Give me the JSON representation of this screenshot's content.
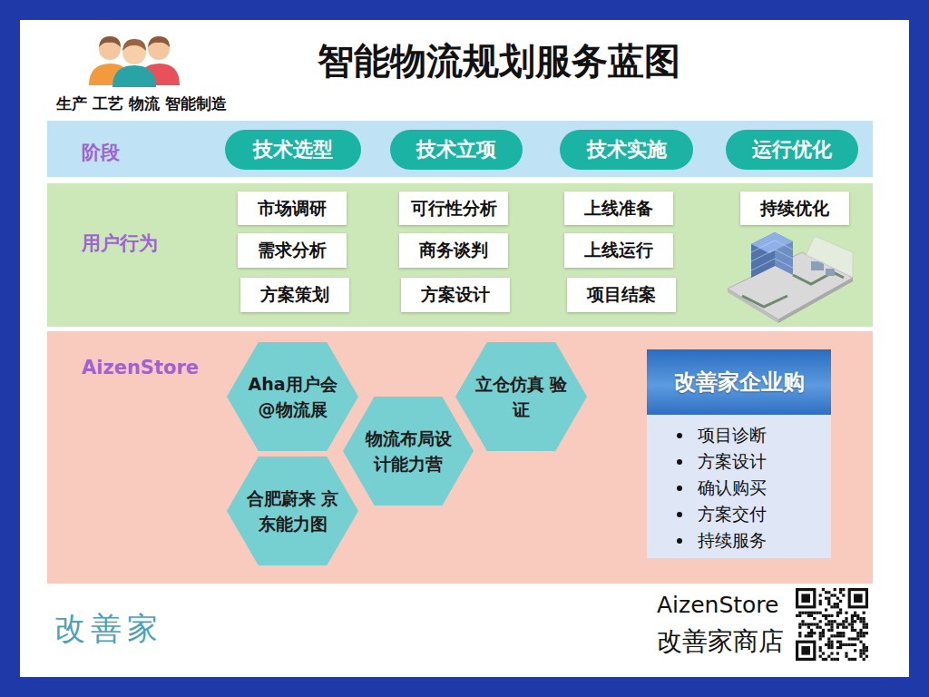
{
  "diagram": {
    "title": "智能物流规划服务蓝图",
    "nodes": [
      {
        "text": [
          "阶段"
        ]
      },
      {
        "text": [
          "技术选型"
        ],
        "in": 0
      },
      {
        "text": [
          "技术立项"
        ],
        "in": 0
      },
      {
        "text": [
          "技术实施"
        ],
        "in": 0
      },
      {
        "text": [
          "运行优化"
        ],
        "in": 0
      },
      {
        "text": [
          "用户行为"
        ]
      },
      {
        "text": [
          "市场调研"
        ],
        "in": 5
      },
      {
        "text": [
          "需求分析"
        ],
        "in": 5
      },
      {
        "text": [
          "方案策划"
        ],
        "in": 5
      },
      {
        "text": [
          "可行性分析"
        ],
        "in": 5
      },
      {
        "text": [
          "商务谈判"
        ],
        "in": 5
      },
      {
        "text": [
          "方案设计"
        ],
        "in": 5
      },
      {
        "text": [
          "上线准备"
        ],
        "in": 5
      },
      {
        "text": [
          "上线运行"
        ],
        "in": 5
      },
      {
        "text": [
          "项目结案"
        ],
        "in": 5
      },
      {
        "text": [
          "持续优化"
        ],
        "in": 5
      },
      {
        "text": [
          "AizenStore"
        ]
      },
      {
        "text": [
          "Aha用户会 @物流展"
        ],
        "in": 16
      },
      {
        "text": [
          "合肥蔚来 京东能力图"
        ],
        "in": 16
      },
      {
        "text": [
          "物流布局设计能力营"
        ],
        "in": 16
      },
      {
        "text": [
          "立仓仿真 验证"
        ],
        "in": 16
      },
      {
        "text": [
          "改善家企业购",
          "项目诊断",
          "方案设计",
          "确认购买",
          "方案交付",
          "持续服务"
        ],
        "in": 16
      }
    ],
    "labels": [
      "生产 工艺 物流 智能制造",
      "改善家",
      "AizenStore",
      "改善家商店"
    ]
  }
}
